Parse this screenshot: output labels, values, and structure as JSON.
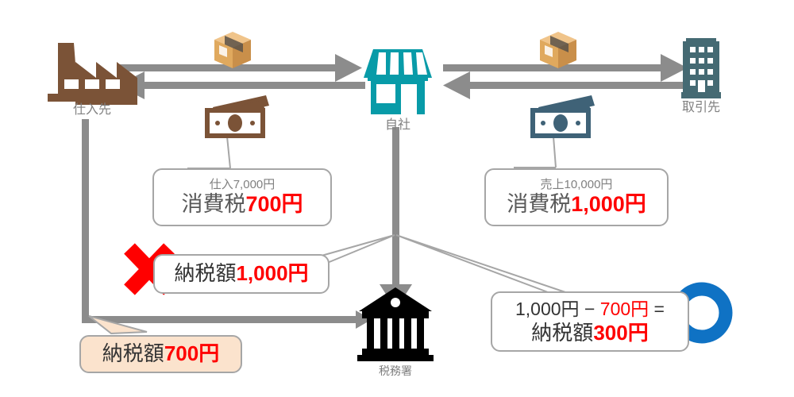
{
  "diagram": {
    "title_alt": "消費税の仕入税額控除の流れ",
    "colors": {
      "supplier": "#7B5337",
      "self": "#089BA8",
      "client": "#456A73",
      "arrow": "#8C8C8C",
      "tax_office": "#000000",
      "red": "#FF0000",
      "blue_circle": "#0f72c4",
      "peach": "#FBE3CD",
      "bubble_border": "#A6A6A6",
      "label_gray": "#808080"
    },
    "nodes": [
      {
        "id": "supplier",
        "label": "仕入先",
        "icon": "factory-icon"
      },
      {
        "id": "self",
        "label": "自社",
        "icon": "storefront-icon"
      },
      {
        "id": "client",
        "label": "取引先",
        "icon": "office-building-icon"
      },
      {
        "id": "tax_office",
        "label": "税務署",
        "icon": "government-bank-icon"
      }
    ],
    "flow_icons": [
      {
        "id": "goods_left",
        "icon": "package-box-icon"
      },
      {
        "id": "goods_right",
        "icon": "package-box-icon"
      },
      {
        "id": "money_left",
        "icon": "banknote-icon"
      },
      {
        "id": "money_right",
        "icon": "banknote-icon"
      }
    ],
    "bubbles": {
      "purchase": {
        "id": "purchase-bubble",
        "small": "仕入7,000円",
        "main_prefix": "消費税",
        "main_amount": "700円"
      },
      "sales": {
        "id": "sales-bubble",
        "small": "売上10,000円",
        "main_prefix": "消費税",
        "main_amount": "1,000円"
      },
      "wrong_tax": {
        "id": "wrong-tax-bubble",
        "prefix": "納税額",
        "amount": "1,000円",
        "mark": "✕"
      },
      "supplier_tax": {
        "id": "supplier-tax-bubble",
        "prefix": "納税額",
        "amount": "700円"
      },
      "calc": {
        "id": "calc-bubble",
        "line1_a": "1,000円",
        "line1_minus": "−",
        "line1_b": "700円",
        "line1_eq": "=",
        "line2_prefix": "納税額",
        "line2_amount": "300円",
        "mark": "○"
      }
    }
  }
}
